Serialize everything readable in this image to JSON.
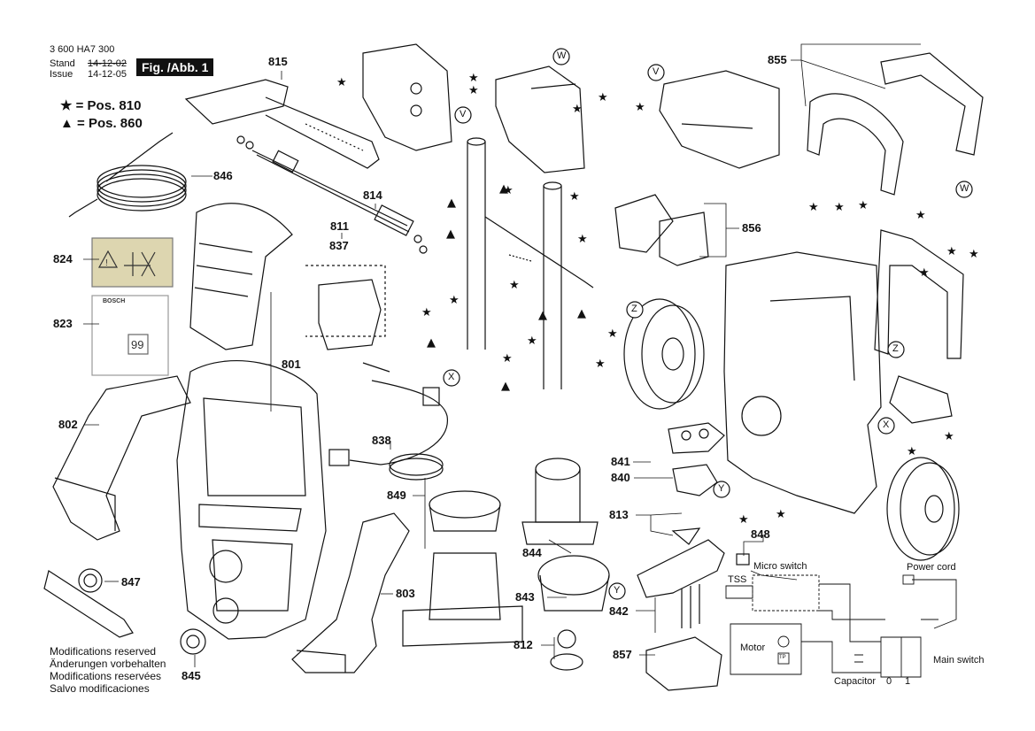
{
  "header": {
    "part_number": "3 600 HA7 300",
    "stand_label": "Stand",
    "stand_value": "14-12-02",
    "issue_label": "Issue",
    "issue_value": "14-12-05",
    "figure_label": "Fig. /Abb. 1"
  },
  "legend": {
    "star_symbol": "★",
    "star_text": "= Pos. 810",
    "triangle_symbol": "▲",
    "triangle_text": "= Pos. 860"
  },
  "part_numbers": {
    "p815": "815",
    "p846": "846",
    "p814": "814",
    "p811": "811",
    "p837": "837",
    "p824": "824",
    "p823": "823",
    "p801": "801",
    "p802": "802",
    "p838": "838",
    "p849": "849",
    "p847": "847",
    "p803": "803",
    "p845": "845",
    "p855": "855",
    "p856": "856",
    "p841": "841",
    "p840": "840",
    "p813": "813",
    "p844": "844",
    "p848": "848",
    "p843": "843",
    "p842": "842",
    "p812": "812",
    "p857": "857"
  },
  "circle_labels": {
    "v": "V",
    "w": "W",
    "x": "X",
    "y": "Y",
    "z": "Z"
  },
  "sticker_823": {
    "brand": "BOSCH",
    "number": "99"
  },
  "wiring": {
    "micro_switch": "Micro switch",
    "tss": "TSS",
    "power_cord": "Power cord",
    "motor": "Motor",
    "main_switch": "Main switch",
    "capacitor": "Capacitor",
    "switch_off": "0",
    "switch_on": "1",
    "tp": "TP"
  },
  "notes": [
    "Modifications reserved",
    "Änderungen vorbehalten",
    "Modifications reservées",
    "Salvo modificaciones"
  ]
}
